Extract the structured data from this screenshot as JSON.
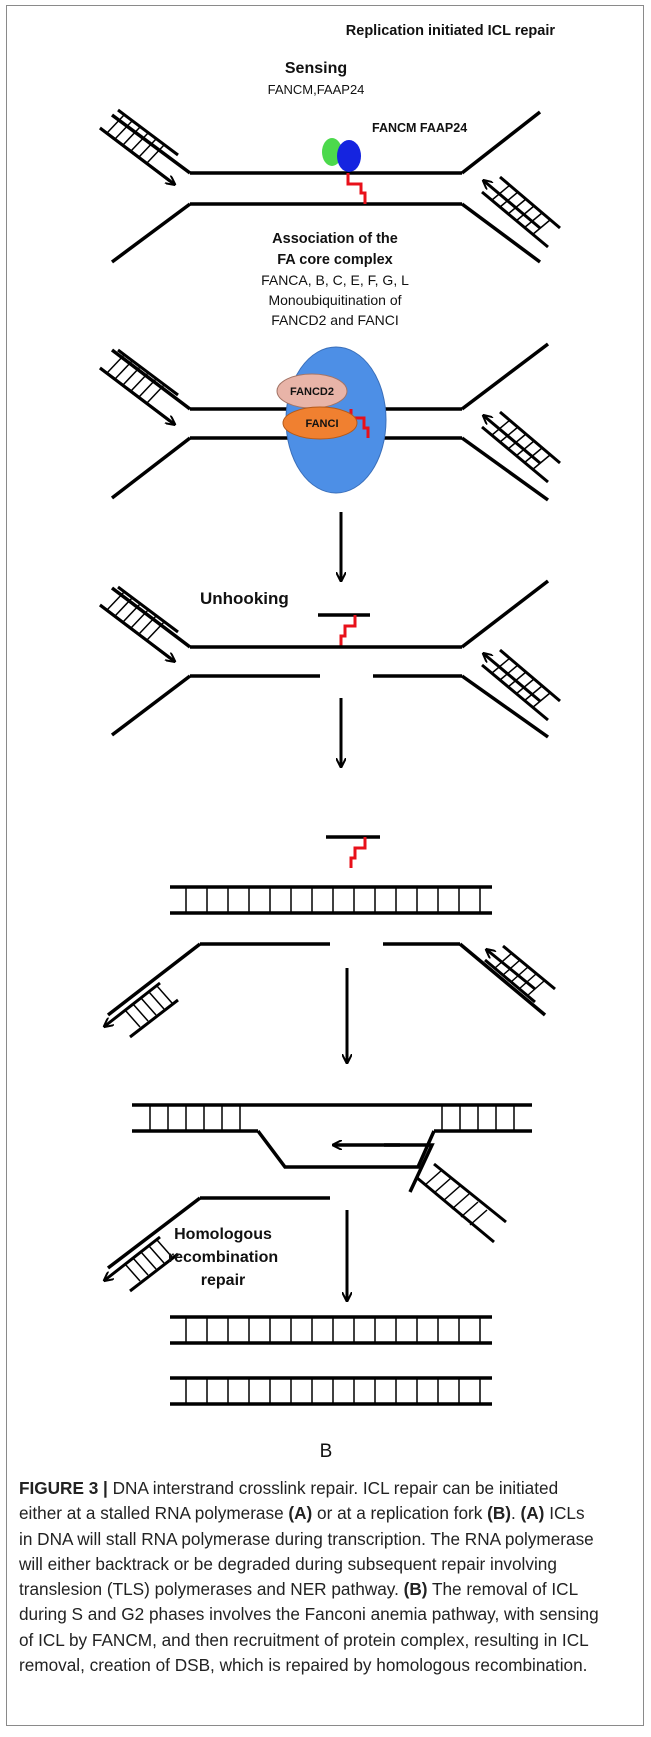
{
  "figure": {
    "header": "Replication initiated ICL repair",
    "panel_label": "B",
    "steps": {
      "sensing": {
        "title": "Sensing",
        "proteins": "FANCM,FAAP24",
        "complex_label": "FANCM FAAP24"
      },
      "association": {
        "lines": [
          "Association of the",
          "FA core complex",
          "FANCA, B, C, E, F, G, L",
          "Monoubiquitination of",
          "FANCD2 and FANCI"
        ],
        "fancd2_label": "FANCD2",
        "fanci_label": "FANCI"
      },
      "unhooking": {
        "title": "Unhooking"
      },
      "hr": {
        "lines": [
          "Homologous",
          "recombination",
          "repair"
        ]
      }
    },
    "colors": {
      "dna": "#000000",
      "crosslink": "#e8101a",
      "faap24": "#4cd94c",
      "fancm": "#1524e0",
      "core_complex": "#4d8fe6",
      "fancd2": "#e8b4a8",
      "fanci": "#f08030"
    }
  },
  "caption": {
    "figure_label": "FIGURE 3 |",
    "p1": " DNA interstrand crosslink repair. ICL repair can be initiated",
    "p2": "either at a stalled RNA polymerase ",
    "a": "(A)",
    "p3": " or at a replication fork ",
    "b": "(B)",
    "p4": ". ",
    "a2": "(A)",
    "p5": " ICLs",
    "p6": "in DNA will stall RNA polymerase during transcription. The RNA polymerase",
    "p7": "will either backtrack or be degraded during subsequent repair involving",
    "p8": "translesion (TLS) polymerases and NER pathway. ",
    "b2": "(B)",
    "p9": " The removal of ICL",
    "p10": "during S and G2 phases involves the Fanconi anemia pathway, with sensing",
    "p11": "of ICL by FANCM, and then recruitment of protein complex, resulting in ICL",
    "p12": "removal, creation of DSB, which is repaired by homologous recombination."
  }
}
